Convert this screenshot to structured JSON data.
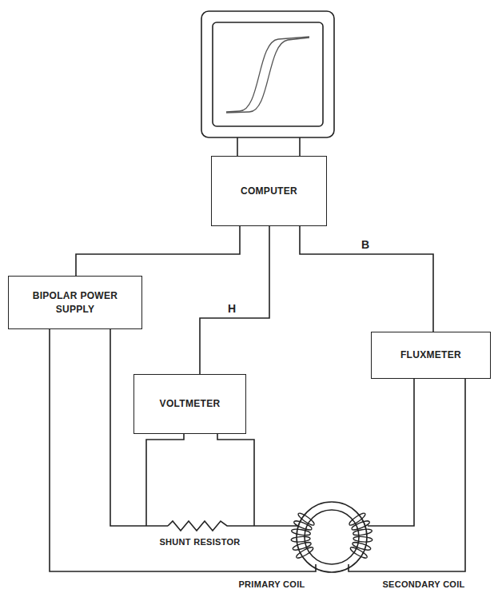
{
  "diagram": {
    "nodes": [
      {
        "text": [
          "COMPUTER"
        ]
      },
      {
        "text": [
          "BIPOLAR POWER SUPPLY"
        ]
      },
      {
        "text": [
          "FLUXMETER"
        ]
      },
      {
        "text": [
          "VOLTMETER"
        ]
      }
    ],
    "edges": [
      {
        "from": 0,
        "to": 1,
        "arrow": "none"
      },
      {
        "from": 0,
        "to": 3,
        "label": "H",
        "arrow": "none"
      },
      {
        "from": 0,
        "to": 2,
        "label": "B",
        "arrow": "none"
      }
    ],
    "labels": [
      "SHUNT RESISTOR",
      "PRIMARY COIL",
      "SECONDARY COIL"
    ]
  }
}
